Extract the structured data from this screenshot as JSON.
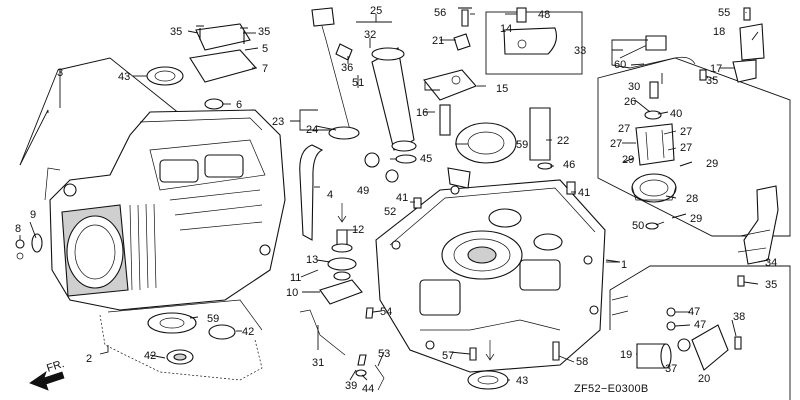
{
  "diagram_code": "ZF52−E0300B",
  "direction_label": "FR.",
  "callouts": {
    "c1": "1",
    "c2": "2",
    "c3": "3",
    "c4": "4",
    "c5": "5",
    "c6": "6",
    "c7": "7",
    "c8": "8",
    "c9": "9",
    "c10": "10",
    "c11": "11",
    "c12": "12",
    "c13": "13",
    "c14": "14",
    "c15": "15",
    "c16": "16",
    "c17": "17",
    "c18": "18",
    "c19": "19",
    "c20": "20",
    "c21": "21",
    "c22": "22",
    "c23": "23",
    "c24": "24",
    "c25": "25",
    "c26": "26",
    "c27a": "27",
    "c27b": "27",
    "c27c": "27",
    "c27d": "27",
    "c28": "28",
    "c29a": "29",
    "c29b": "29",
    "c29c": "29",
    "c30": "30",
    "c31": "31",
    "c32": "32",
    "c33": "33",
    "c34": "34",
    "c35a": "35",
    "c35b": "35",
    "c35c": "35",
    "c35d": "35",
    "c36": "36",
    "c37": "37",
    "c38": "38",
    "c39": "39",
    "c40": "40",
    "c41a": "41",
    "c41b": "41",
    "c42a": "42",
    "c42b": "42",
    "c43a": "43",
    "c43b": "43",
    "c44": "44",
    "c45": "45",
    "c46": "46",
    "c47a": "47",
    "c47b": "47",
    "c48": "48",
    "c49": "49",
    "c50": "50",
    "c51": "51",
    "c52": "52",
    "c53": "53",
    "c54": "54",
    "c55": "55",
    "c56": "56",
    "c57": "57",
    "c58": "58",
    "c59a": "59",
    "c59b": "59",
    "c60": "60"
  }
}
